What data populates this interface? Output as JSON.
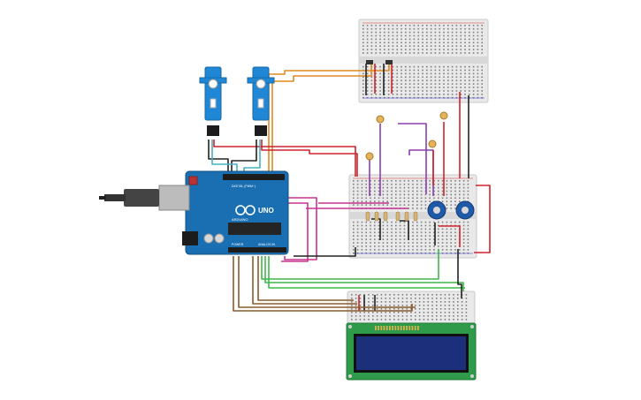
{
  "arduino": {
    "name": "UNO",
    "brand": "ARDUINO",
    "pin_header_label": "DIGITAL (PWM~)",
    "power_header_label": "POWER",
    "analog_header_label": "ANALOG IN"
  },
  "components": {
    "servos": 2,
    "photoresistors": 4,
    "potentiometers": 2,
    "resistors": 6,
    "breadboards": 3,
    "lcd": "16x2 LCD"
  },
  "colors": {
    "board": "#1a6fb2",
    "breadboard": "#e9e9e9",
    "servo": "#1f87d6",
    "lcd_frame": "#2e9a4a",
    "lcd_screen": "#1b2f7a",
    "wire_red": "#d1232a",
    "wire_black": "#222222",
    "wire_orange": "#e08a1e",
    "wire_teal": "#45b3c2",
    "wire_brown": "#8a5a2b",
    "wire_green": "#3cb84a",
    "wire_purple": "#8a3fb0",
    "wire_magenta": "#c8348f"
  }
}
